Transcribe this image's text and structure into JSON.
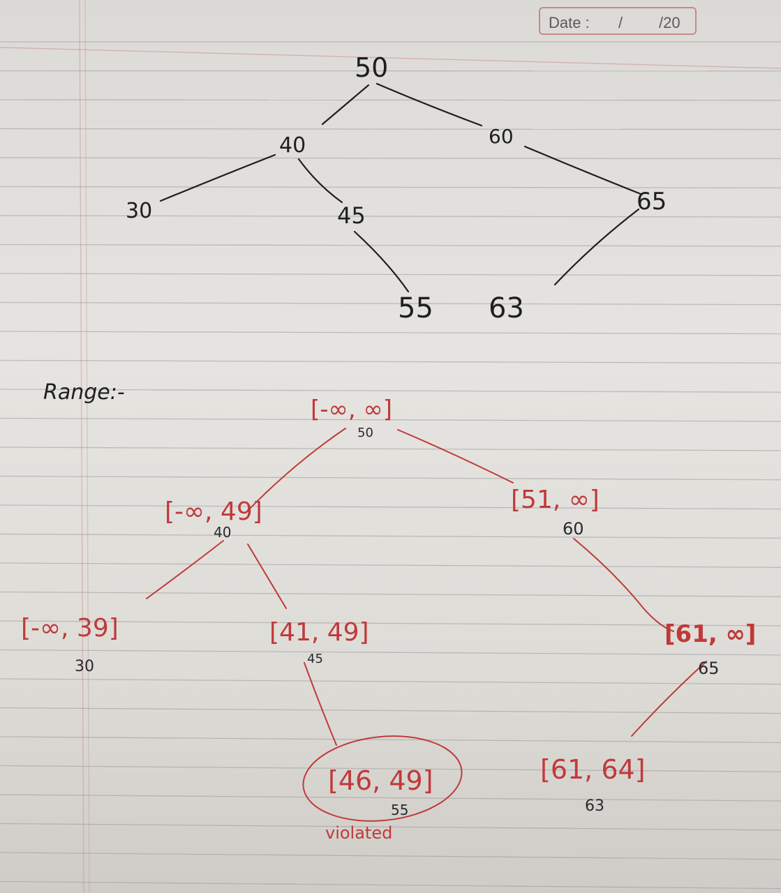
{
  "header": {
    "date_label": "Date :",
    "date_sep": "/",
    "date_year": "/20"
  },
  "bst": {
    "nodes": [
      {
        "id": "n50",
        "label": "50"
      },
      {
        "id": "n40",
        "label": "40"
      },
      {
        "id": "n60",
        "label": "60"
      },
      {
        "id": "n30",
        "label": "30"
      },
      {
        "id": "n45",
        "label": "45"
      },
      {
        "id": "n65",
        "label": "65"
      },
      {
        "id": "n55",
        "label": "55"
      },
      {
        "id": "n63",
        "label": "63"
      }
    ],
    "edges": [
      [
        "n50",
        "n40"
      ],
      [
        "n50",
        "n60"
      ],
      [
        "n40",
        "n30"
      ],
      [
        "n40",
        "n45"
      ],
      [
        "n60",
        "n65"
      ],
      [
        "n45",
        "n55"
      ],
      [
        "n65",
        "n63"
      ]
    ]
  },
  "range_heading": "Range:-",
  "range_tree": {
    "nodes": [
      {
        "id": "r50",
        "range": "[-∞, ∞]",
        "value": "50"
      },
      {
        "id": "r40",
        "range": "[-∞, 49]",
        "value": "40"
      },
      {
        "id": "r60",
        "range": "[51, ∞]",
        "value": "60"
      },
      {
        "id": "r30",
        "range": "[-∞, 39]",
        "value": "30"
      },
      {
        "id": "r45",
        "range": "[41, 49]",
        "value": "45"
      },
      {
        "id": "r65",
        "range": "[61, ∞]",
        "value": "65"
      },
      {
        "id": "r55",
        "range": "[46, 49]",
        "value": "55",
        "note": "violated"
      },
      {
        "id": "r63",
        "range": "[61, 64]",
        "value": "63"
      }
    ],
    "edges": [
      [
        "r50",
        "r40"
      ],
      [
        "r50",
        "r60"
      ],
      [
        "r40",
        "r30"
      ],
      [
        "r40",
        "r45"
      ],
      [
        "r60",
        "r65"
      ],
      [
        "r45",
        "r55"
      ],
      [
        "r65",
        "r63"
      ]
    ]
  },
  "colors": {
    "ink": "#1e1e22",
    "red_ink": "#c0393a",
    "paper": "#e3e1dd",
    "rule": "#9a9a9f",
    "margin": "#c98a8a"
  }
}
